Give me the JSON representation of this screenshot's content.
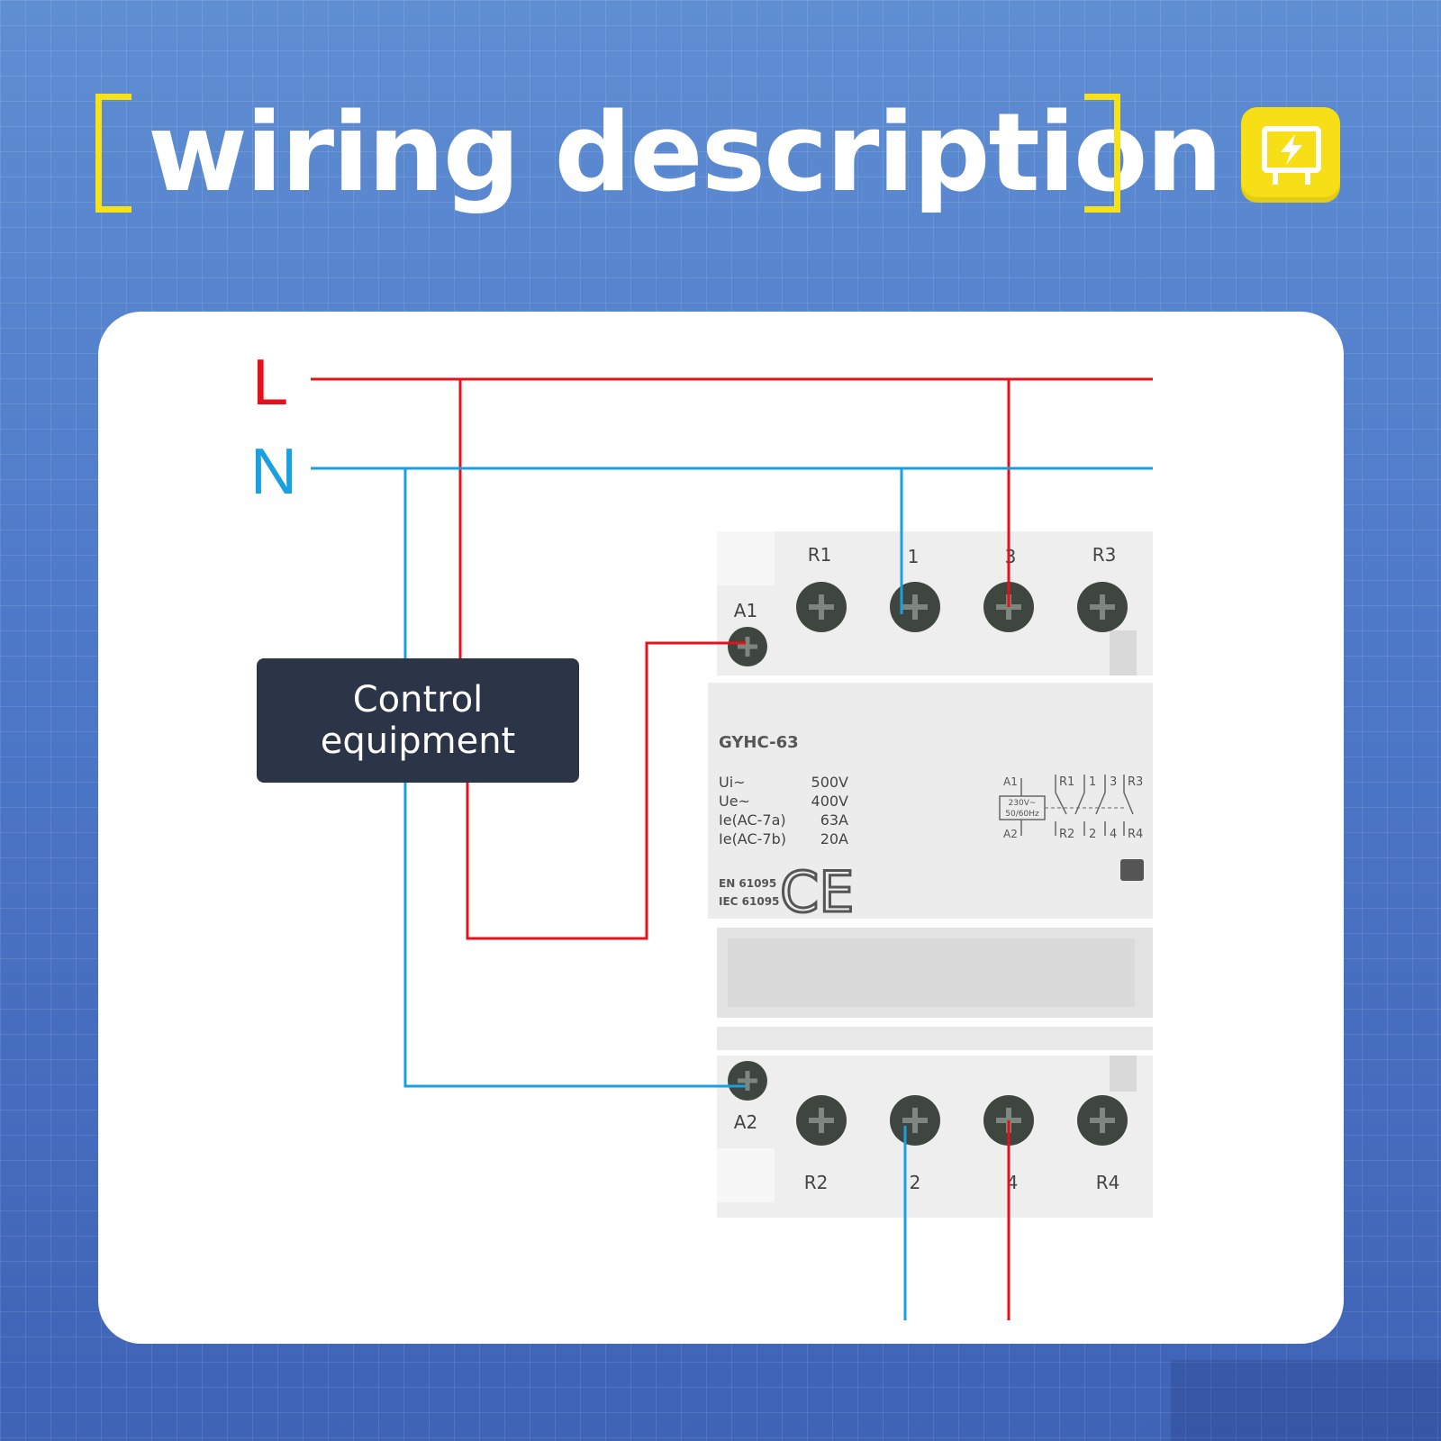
{
  "header": {
    "title": "wiring description",
    "bracket_color": "#f7e118",
    "badge_icon": "electrical-panel-icon",
    "badge_color": "#f6df16"
  },
  "diagram": {
    "live_label": "L",
    "neutral_label": "N",
    "live_color": "#e3121b",
    "neutral_color": "#1a9fe0",
    "control_box_label": "Control equipment",
    "device": {
      "model": "GYHC-63",
      "top_terminals": [
        "R1",
        "1",
        "3",
        "R3"
      ],
      "bottom_terminals": [
        "R2",
        "2",
        "4",
        "R4"
      ],
      "coil_terminals": [
        "A1",
        "A2"
      ],
      "ratings": [
        {
          "name": "Ui~",
          "value": "500V"
        },
        {
          "name": "Ue~",
          "value": "400V"
        },
        {
          "name": "Ie(AC-7a)",
          "value": "63A"
        },
        {
          "name": "Ie(AC-7b)",
          "value": "20A"
        }
      ],
      "standards": [
        "EN 61095",
        "IEC 61095"
      ],
      "ce_mark": "CE",
      "schematic": {
        "coil_top": "A1",
        "coil_bottom": "A2",
        "coil_rating_1": "230V~",
        "coil_rating_2": "50/60Hz",
        "contacts_top": [
          "R1",
          "1",
          "3",
          "R3"
        ],
        "contacts_bottom": [
          "R2",
          "2",
          "4",
          "R4"
        ]
      }
    }
  }
}
